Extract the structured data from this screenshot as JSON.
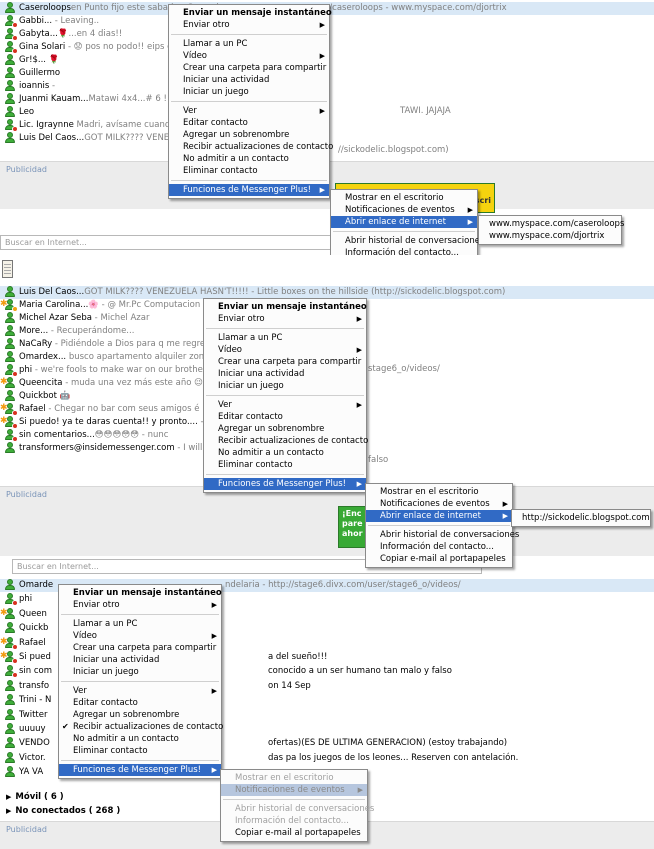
{
  "colors": {
    "selection": "#316ac5",
    "buddy_green": "#3fae3a",
    "busy_red": "#d8301f",
    "away_orange": "#f0a20f",
    "ad_green": "#38a935"
  },
  "common": {
    "publicidad": "Publicidad",
    "search_placeholder": "Buscar en Internet..."
  },
  "context_menu": {
    "send_im": "Enviar un mensaje instantáneo",
    "send_other": "Enviar otro",
    "call_pc": "Llamar a un PC",
    "video": "Vídeo",
    "create_folder": "Crear una carpeta para compartir",
    "start_activity": "Iniciar una actividad",
    "start_game": "Iniciar un juego",
    "view": "Ver",
    "edit_contact": "Editar contacto",
    "add_nickname": "Agregar un sobrenombre",
    "receive_updates": "Recibir actualizaciones de contacto",
    "block": "No admitir a un contacto",
    "delete": "Eliminar contacto",
    "plus_functions": "Funciones de Messenger Plus!"
  },
  "plus_menu": {
    "show_desktop": "Mostrar en el escritorio",
    "event_notifications": "Notificaciones de eventos",
    "open_link": "Abrir enlace de internet",
    "open_history": "Abrir historial de conversaciones",
    "contact_info": "Información del contacto...",
    "copy_email": "Copiar e-mail al portapapeles"
  },
  "panel1": {
    "contacts": [
      {
        "name": "Caseroloops",
        "msg": "en Punto fijo este sabado - Caseroloops - www.myspace.com/caseroloops - www.myspace.com/djortrix",
        "status": "online"
      },
      {
        "name": "Gabbi...",
        "msg": " - Leaving..",
        "status": "busy"
      },
      {
        "name": "Gabyta...",
        "msg": "🌹...en 4 dias!!",
        "status": "busy"
      },
      {
        "name": "Gina Solari",
        "msg": " - 😟 pos no podo!!     eips e",
        "status": "busy"
      },
      {
        "name": "Gr!$...",
        "msg": " 🌹",
        "status": "online"
      },
      {
        "name": "Guillermo",
        "msg": "",
        "status": "online"
      },
      {
        "name": "ioannis",
        "msg": " -",
        "status": "online"
      },
      {
        "name": "Juanmi Kauam...",
        "msg": "Matawi 4x4...# 6 !!!! Cu",
        "status": "online"
      },
      {
        "name": "Leo",
        "msg": "",
        "status": "online"
      },
      {
        "name": "Lic. Igraynne",
        "msg": "     Madri, avísame cuando t",
        "status": "busy"
      },
      {
        "name": "Luis Del Caos...",
        "msg": "GOT MILK???? VENEZUELA",
        "status": "online"
      }
    ],
    "right_fragment": "TAWI. JAJAJA",
    "right_fragment2": "//sickodelic.blogspot.com)",
    "links": [
      "www.myspace.com/caseroloops",
      "www.myspace.com/djortrix"
    ],
    "ad_text": "Subscri"
  },
  "panel2": {
    "contacts": [
      {
        "name": "Luis Del Caos...",
        "msg": "GOT MILK???? VENEZUELA HASN'T!!!!! - Little boxes on the hillside (http://sickodelic.blogspot.com)",
        "status": "online",
        "star": false
      },
      {
        "name": "Maria Carolina...",
        "msg": "🌸 - @ Mr.Pc  Computacion Sin Li",
        "status": "away",
        "star": true
      },
      {
        "name": "Michel Azar Seba",
        "msg": " - Michel Azar",
        "status": "online",
        "star": false
      },
      {
        "name": "More...",
        "msg": " - Recuperándome...",
        "status": "online",
        "star": false
      },
      {
        "name": "NaCaRy",
        "msg": " - Pidiéndole a Dios para q me regrese",
        "status": "online",
        "star": false
      },
      {
        "name": "Omardex...",
        "msg": " busco apartamento alquiler zona de",
        "status": "online",
        "star": false
      },
      {
        "name": "phi",
        "msg": " - we're fools to make war on our brothers i",
        "status": "busy",
        "star": false
      },
      {
        "name": "Queencita",
        "msg": " - muda una vez más este año 😉",
        "status": "online",
        "star": true
      },
      {
        "name": "Quickbot",
        "msg": " 🤖",
        "status": "online",
        "star": false
      },
      {
        "name": "Rafael",
        "msg": " - Chegar no bar com seus amigos é bon",
        "status": "busy",
        "star": true
      },
      {
        "name": "Si puedo! ya te daras cuenta!! y pronto....",
        "msg": " - En",
        "status": "busy",
        "star": true
      },
      {
        "name": "sin comentarios...",
        "msg": "😳😳😳😳😳 - nunc",
        "status": "busy",
        "star": false
      },
      {
        "name": "transformers@insidemessenger.com",
        "msg": " - I will shu",
        "status": "online",
        "star": false
      }
    ],
    "right_fragment": "stage6_o/videos/",
    "right_fragment2": "falso",
    "link": "http://sickodelic.blogspot.com",
    "ad_text": "¡Enc\npare\nahor"
  },
  "panel3": {
    "contacts": [
      {
        "name": "Omarde",
        "msg": "",
        "status": "online",
        "star": false
      },
      {
        "name": "phi",
        "msg": "",
        "status": "busy",
        "star": false
      },
      {
        "name": "Queen",
        "msg": "",
        "status": "online",
        "star": true
      },
      {
        "name": "Quickb",
        "msg": "",
        "status": "online",
        "star": false
      },
      {
        "name": "Rafael",
        "msg": "",
        "status": "busy",
        "star": true
      },
      {
        "name": "Si pued",
        "msg": "",
        "status": "busy",
        "star": true
      },
      {
        "name": "sin com",
        "msg": "",
        "status": "busy",
        "star": false
      },
      {
        "name": "transfo",
        "msg": "",
        "status": "online",
        "star": false
      },
      {
        "name": "Trini - N",
        "msg": "",
        "status": "online",
        "star": false
      },
      {
        "name": "Twitter",
        "msg": "",
        "status": "online",
        "star": false
      },
      {
        "name": "uuuuy",
        "msg": "",
        "status": "online",
        "star": false
      },
      {
        "name": "VENDO",
        "msg": "",
        "status": "online",
        "star": false
      },
      {
        "name": "Victor.",
        "msg": "",
        "status": "online",
        "star": false
      },
      {
        "name": "YA VA",
        "msg": "",
        "status": "online",
        "star": false
      }
    ],
    "right_texts": [
      "ndelaria - http://stage6.divx.com/user/stage6_o/videos/",
      "",
      "",
      "",
      "",
      "a del sueño!!!",
      "conocido a un ser humano tan malo y falso",
      "on 14 Sep",
      "",
      "",
      "",
      "ofertas)(ES DE ULTIMA GENERACION) (estoy trabajando)",
      "das pa los juegos de los leones... Reserven con antelación.",
      ""
    ],
    "groups": [
      {
        "label": "Móvil ( 6 )"
      },
      {
        "label": "No conectados ( 268 )"
      }
    ]
  }
}
